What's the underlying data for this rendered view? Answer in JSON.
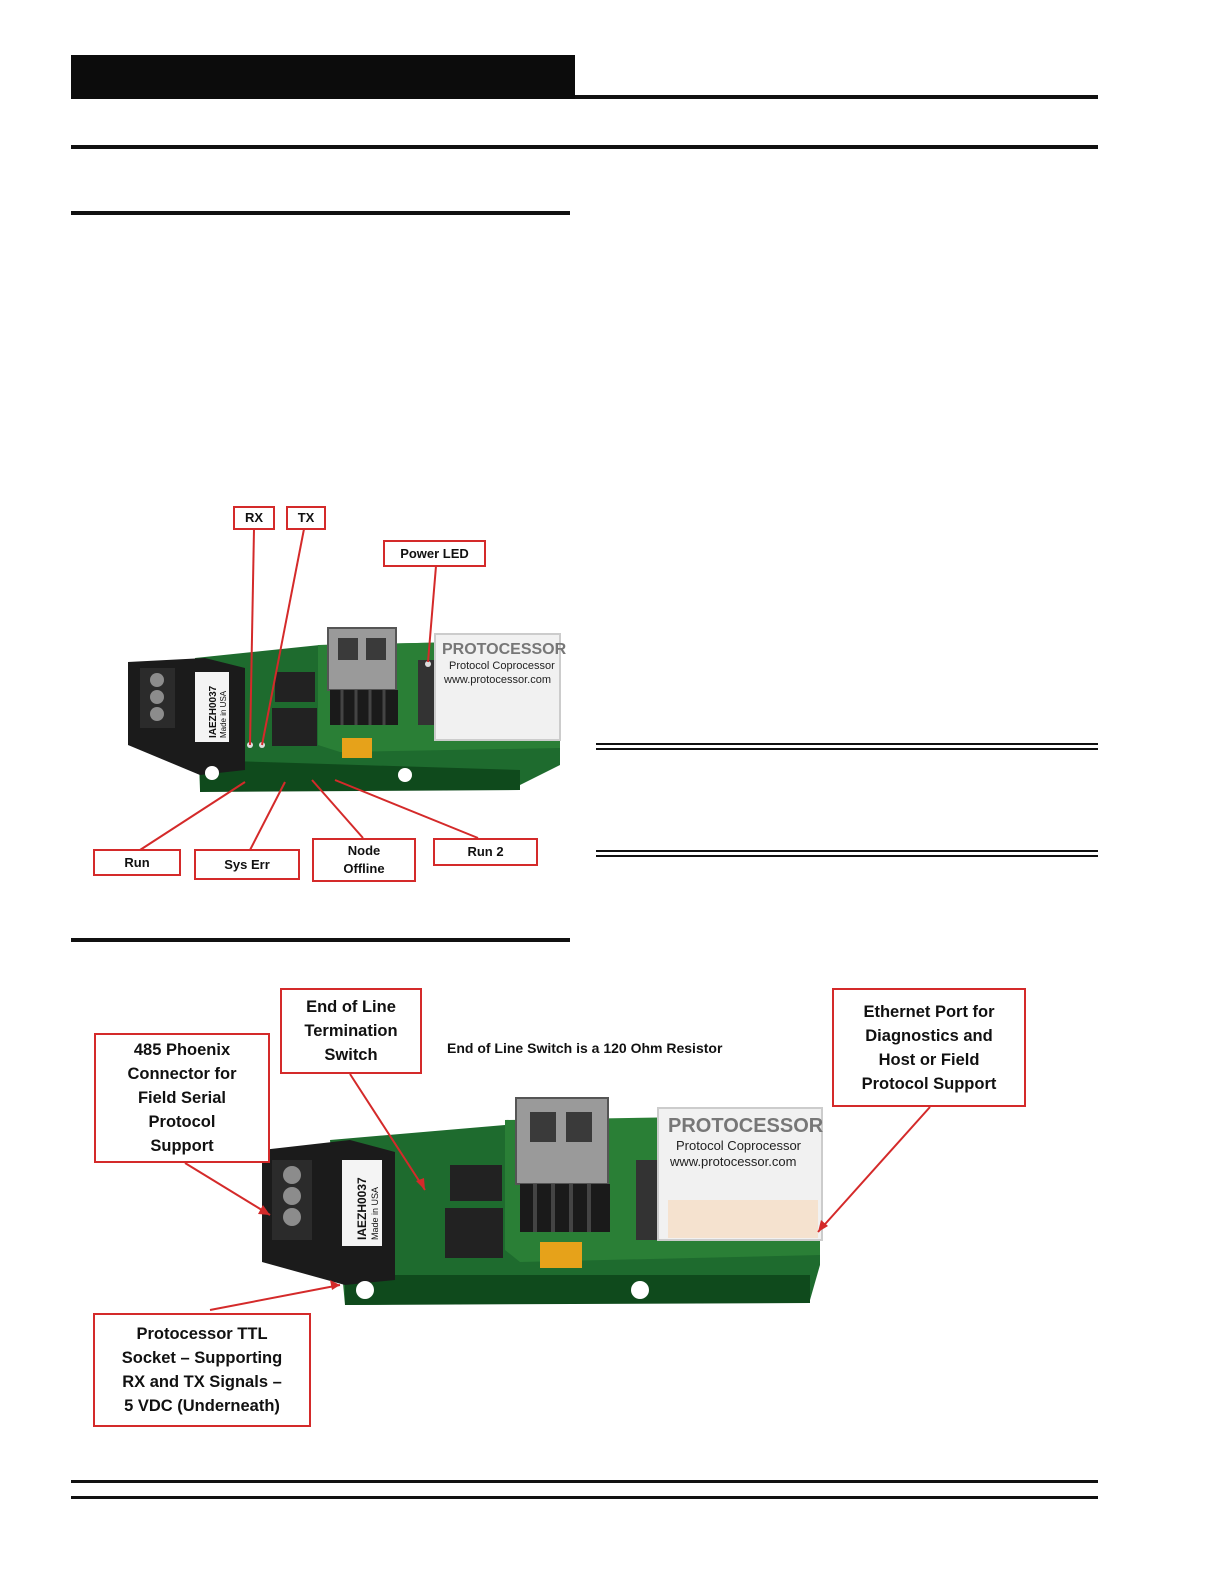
{
  "figure1": {
    "callouts": {
      "rx": "RX",
      "tx": "TX",
      "power_led": "Power LED",
      "run": "Run",
      "sys_err": "Sys Err",
      "node_offline": "Node\nOffline",
      "run2": "Run 2"
    },
    "board": {
      "brand": "PROTOCESSOR",
      "subtitle": "Protocol Coprocessor",
      "url": "www.protocessor.com",
      "connector_label": "IAEZH0037",
      "connector_sub": "Made in USA"
    }
  },
  "figure2": {
    "callouts": {
      "phoenix": "485 Phoenix\nConnector for\nField Serial\nProtocol\nSupport",
      "eol": "End of Line\nTermination\nSwitch",
      "ethernet": "Ethernet Port for\nDiagnostics and\nHost or Field\nProtocol Support",
      "ttl": "Protocessor TTL\nSocket – Supporting\nRX and TX Signals –\n5 VDC (Underneath)"
    },
    "note": "End of Line Switch is a 120 Ohm Resistor",
    "board": {
      "brand": "PROTOCESSOR",
      "subtitle": "Protocol Coprocessor",
      "url": "www.protocessor.com",
      "connector_label": "IAEZH0037",
      "connector_sub": "Made in USA"
    }
  }
}
